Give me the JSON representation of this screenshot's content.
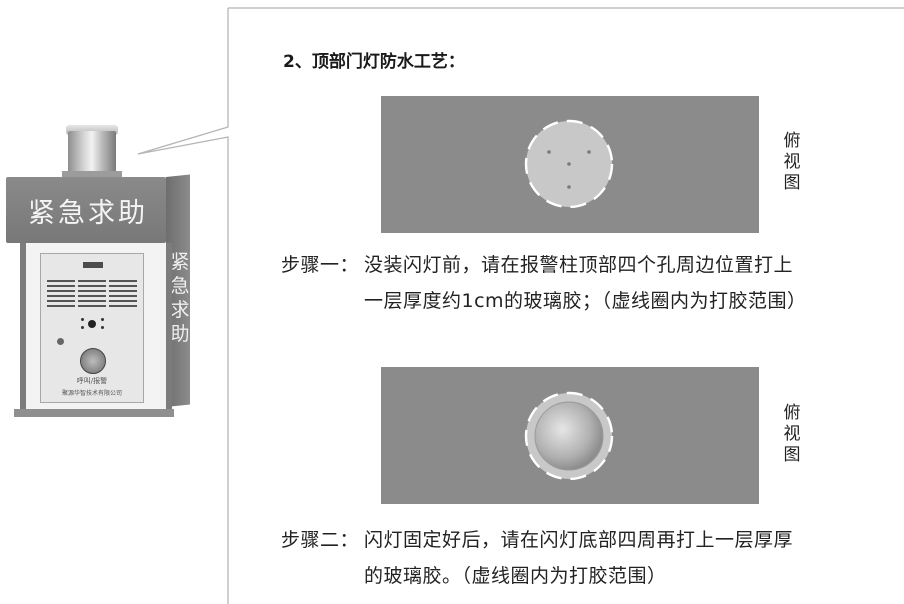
{
  "section_title": "2、顶部门灯防水工艺：",
  "view_label_chars": [
    "俯",
    "视",
    "图"
  ],
  "steps": [
    {
      "prefix": "步骤一：",
      "line1": "没装闪灯前，请在报警柱顶部四个孔周边位置打上",
      "line2": "一层厚度约1cm的玻璃胶；（虚线圈内为打胶范围）"
    },
    {
      "prefix": "步骤二：",
      "line1": "闪灯固定好后，请在闪灯底部四周再打上一层厚厚",
      "line2": "的玻璃胶。（虚线圈内为打胶范围）"
    }
  ],
  "kiosk": {
    "head_text": "紧急求助",
    "side_chars": [
      "紧",
      "急",
      "求",
      "助"
    ],
    "panel_label": "呼叫/报警",
    "panel_maker": "聚源华智技术有限公司"
  },
  "colors": {
    "plate": "#8b8b8b",
    "circle_fill": "#c8c8c8",
    "dash": "#ffffff",
    "frame_line": "#b5b5b5"
  }
}
